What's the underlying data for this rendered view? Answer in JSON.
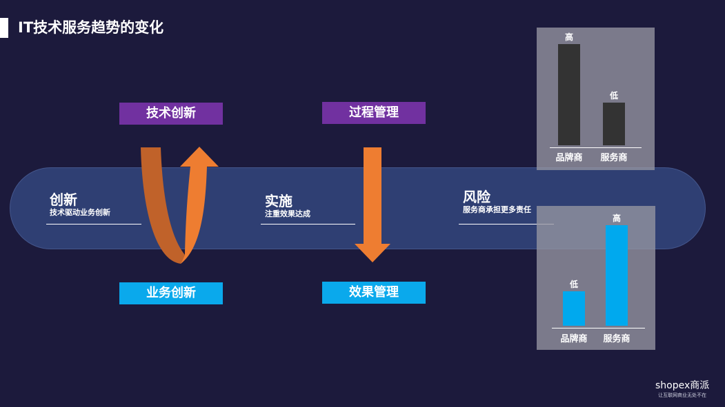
{
  "slide": {
    "title": "IT技术服务趋势的变化"
  },
  "left_cycle": {
    "top_label": "技术创新",
    "bottom_label": "业务创新"
  },
  "middle_flow": {
    "top_label": "过程管理",
    "bottom_label": "效果管理"
  },
  "phases": [
    {
      "head": "创新",
      "sub": "技术驱动业务创新"
    },
    {
      "head": "实施",
      "sub": "注重效果达成"
    },
    {
      "head": "风险",
      "sub": "服务商承担更多责任"
    }
  ],
  "chart_data": [
    {
      "type": "bar",
      "categories": [
        "品牌商",
        "服务商"
      ],
      "values": [
        100,
        42
      ],
      "data_labels": [
        "高",
        "低"
      ],
      "bar_color": "#333333",
      "ylim": [
        0,
        100
      ]
    },
    {
      "type": "bar",
      "categories": [
        "品牌商",
        "服务商"
      ],
      "values": [
        34,
        100
      ],
      "data_labels": [
        "低",
        "高"
      ],
      "bar_color": "#00a9ee",
      "ylim": [
        0,
        100
      ]
    }
  ],
  "logo": {
    "brand": "shopex商派",
    "tagline": "让互联网商业无处不在"
  },
  "colors": {
    "background": "#1c1a3c",
    "pill": "#2f3f73",
    "purple": "#7131a0",
    "blue": "#0aa9ec",
    "orange": "#ee7d31",
    "orange_dark": "#c0622a"
  }
}
